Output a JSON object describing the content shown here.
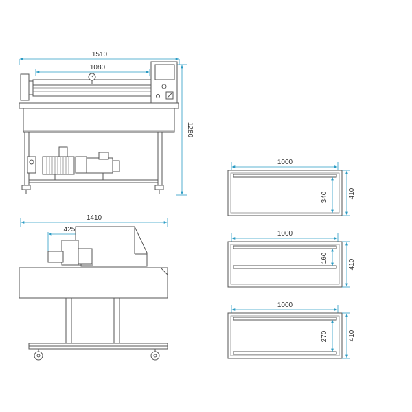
{
  "colors": {
    "dimension_line": "#2a9bc4",
    "outline": "#555555",
    "text": "#333333"
  },
  "front_view": {
    "width_overall": "1510",
    "width_chamber": "1080",
    "height_overall": "1280"
  },
  "side_view": {
    "depth_overall": "1410",
    "depth_chamber": "425"
  },
  "chamber_layouts": [
    {
      "width": "1000",
      "depth": "410",
      "bar_spacing": "340"
    },
    {
      "width": "1000",
      "depth": "410",
      "bar_spacing": "160"
    },
    {
      "width": "1000",
      "depth": "410",
      "bar_spacing": "270"
    }
  ]
}
